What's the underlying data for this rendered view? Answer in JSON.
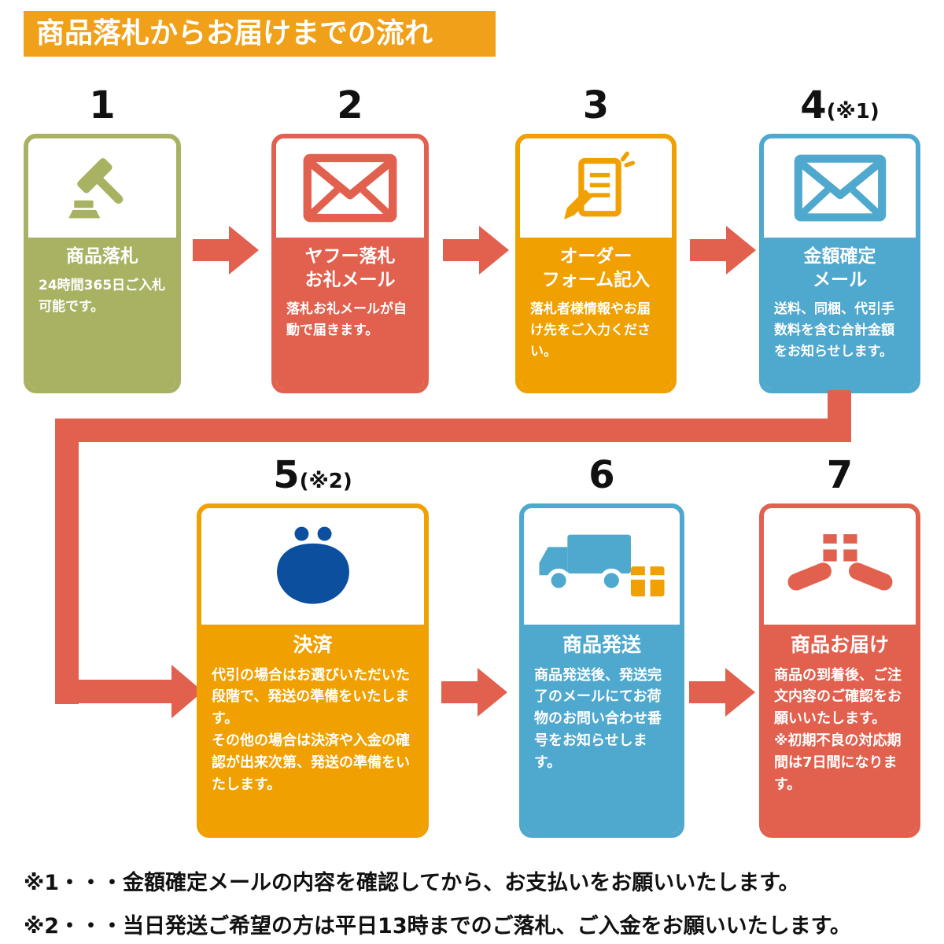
{
  "title_banner": {
    "label": "商品落札からお届けまでの流れ",
    "bg_color": "#f0a019",
    "text_color": "#ffffff"
  },
  "colors": {
    "arrow": "#e2604e",
    "connector": "#e2604e",
    "box_accent": "#f0a000",
    "page_bg": "#ffffff",
    "number_text": "#111111"
  },
  "steps": [
    {
      "number": "1",
      "note": "",
      "icon": "gavel-icon",
      "color": "#a9b263",
      "title_lines": [
        "商品落札"
      ],
      "desc": "24時間365日ご入札可能です。"
    },
    {
      "number": "2",
      "note": "",
      "icon": "mail-icon",
      "color": "#e2604e",
      "title_lines": [
        "ヤフー落札",
        "お礼メール"
      ],
      "desc": "落札お礼メールが自動で届きます。"
    },
    {
      "number": "3",
      "note": "",
      "icon": "pencil-form-icon",
      "color": "#f0a000",
      "title_lines": [
        "オーダー",
        "フォーム記入"
      ],
      "desc": "落札者様情報やお届け先をご入力ください。"
    },
    {
      "number": "4",
      "note": "(※1)",
      "icon": "mail-icon",
      "color": "#4fa8cd",
      "title_lines": [
        "金額確定",
        "メール"
      ],
      "desc": "送料、同梱、代引手数料を含む合計金額をお知らせします。"
    },
    {
      "number": "5",
      "note": "(※2)",
      "icon": "coin-purse-icon",
      "color": "#f0a000",
      "icon_color": "#0b4f9e",
      "title_lines": [
        "決済"
      ],
      "desc": "代引の場合はお選びいただいた段階で、発送の準備をいたします。\nその他の場合は決済や入金の確認が出来次第、発送の準備をいたします。"
    },
    {
      "number": "6",
      "note": "",
      "icon": "truck-box-icon",
      "color": "#4fa8cd",
      "title_lines": [
        "商品発送"
      ],
      "desc": "商品発送後、発送完了のメールにてお荷物のお問い合わせ番号をお知らせします。"
    },
    {
      "number": "7",
      "note": "",
      "icon": "hands-package-icon",
      "color": "#e2604e",
      "title_lines": [
        "商品お届け"
      ],
      "desc": "商品の到着後、ご注文内容のご確認をお願いいたします。\n※初期不良の対応期間は7日間になります。"
    }
  ],
  "footnotes": [
    "※1・・・金額確定メールの内容を確認してから、お支払いをお願いいたします。",
    "※2・・・当日発送ご希望の方は平日13時までのご落札、ご入金をお願いいたします。"
  ]
}
